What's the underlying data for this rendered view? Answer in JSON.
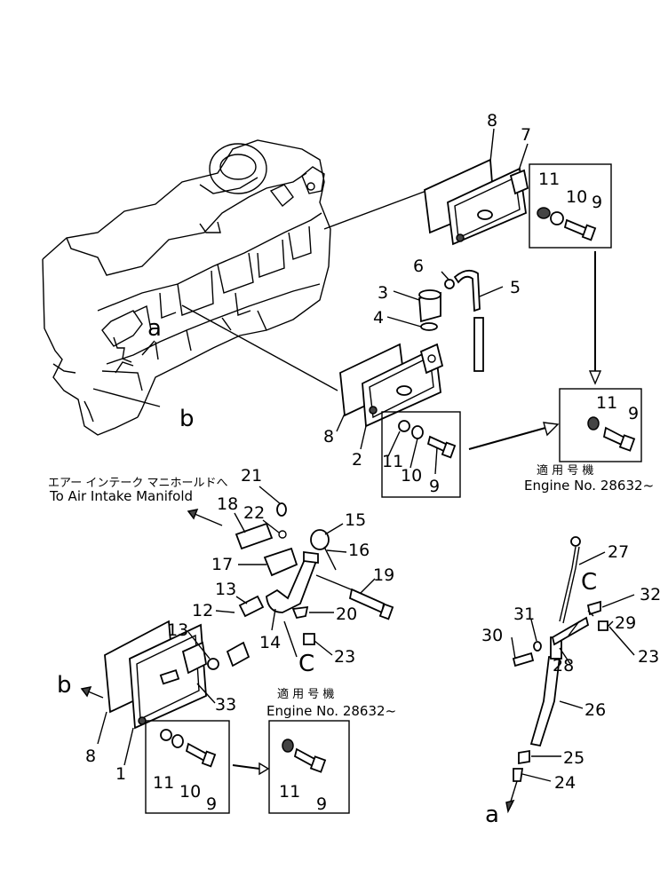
{
  "callouts": {
    "top_8": "8",
    "top_7": "7",
    "top_11": "11",
    "top_10": "10",
    "top_9": "9",
    "p6": "6",
    "p3": "3",
    "p4": "4",
    "p5": "5",
    "alt1_11": "11",
    "alt1_9": "9",
    "left_a": "a",
    "left_b": "b",
    "mid_8": "8",
    "mid_2": "2",
    "mid_11": "11",
    "mid_10": "10",
    "mid_9": "9",
    "p21": "21",
    "p22": "22",
    "p18": "18",
    "p15": "15",
    "p16": "16",
    "p17": "17",
    "p19": "19",
    "p13a": "13",
    "p12": "12",
    "p20": "20",
    "p13b": "13",
    "p14": "14",
    "p23a": "23",
    "letter_C1": "C",
    "b_arrow": "b",
    "p33": "33",
    "bot_8": "8",
    "bot_1": "1",
    "bot_11": "11",
    "bot_10": "10",
    "bot_9": "9",
    "alt2_11": "11",
    "alt2_9": "9",
    "p27": "27",
    "letter_C2": "C",
    "p32": "32",
    "p31": "31",
    "p29": "29",
    "p30": "30",
    "p28": "28",
    "p23b": "23",
    "p26": "26",
    "p25": "25",
    "p24": "24",
    "a_bottom": "a"
  },
  "notes": {
    "manifold_jp": "エアー インテーク マニホールドへ",
    "manifold_en": "To Air Intake Manifold",
    "applicable_jp_1": "適 用 号 機",
    "engine_no_1": "Engine No. 28632~",
    "applicable_jp_2": "適 用 号 機",
    "engine_no_2": "Engine No. 28632~"
  }
}
